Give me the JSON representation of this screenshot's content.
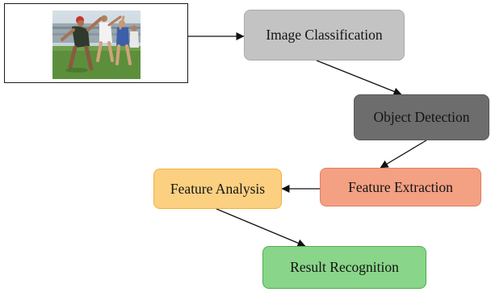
{
  "diagram": {
    "input_image": {
      "icon": "sports-photo"
    },
    "nodes": {
      "classification": {
        "label": "Image Classification",
        "color": "#c2c3c2"
      },
      "detection": {
        "label": "Object Detection",
        "color": "#6c6d6c"
      },
      "extraction": {
        "label": "Feature Extraction",
        "color": "#f4a083"
      },
      "analysis": {
        "label": "Feature Analysis",
        "color": "#fcd081"
      },
      "result": {
        "label": "Result Recognition",
        "color": "#89d589"
      }
    },
    "edges": [
      {
        "from": "input_image",
        "to": "classification"
      },
      {
        "from": "classification",
        "to": "detection"
      },
      {
        "from": "detection",
        "to": "extraction"
      },
      {
        "from": "extraction",
        "to": "analysis"
      },
      {
        "from": "analysis",
        "to": "result"
      }
    ]
  }
}
